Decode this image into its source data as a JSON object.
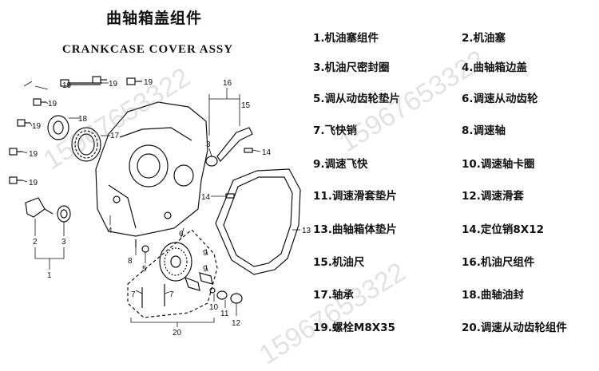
{
  "header": {
    "title_cn": "曲轴箱盖组件",
    "title_en": "CRANKCASE COVER ASSY"
  },
  "parts": [
    {
      "label": "1.机油塞组件"
    },
    {
      "label": "2.机油塞"
    },
    {
      "label": "3.机油尺密封圈"
    },
    {
      "label": "4.曲轴箱边盖"
    },
    {
      "label": "5.调从动齿轮垫片"
    },
    {
      "label": "6.调速从动齿轮"
    },
    {
      "label": "7.飞快销"
    },
    {
      "label": "8.调速轴"
    },
    {
      "label": "9.调速飞快"
    },
    {
      "label": "10.调速轴卡圈"
    },
    {
      "label": "11.调速滑套垫片"
    },
    {
      "label": "12.调速滑套"
    },
    {
      "label": "13.曲轴箱体垫片"
    },
    {
      "label": "14.定位销8X12"
    },
    {
      "label": "15.机油尺"
    },
    {
      "label": "16.机油尺组件"
    },
    {
      "label": "17.轴承"
    },
    {
      "label": "18.曲轴油封"
    },
    {
      "label": "19.螺栓M8X35"
    },
    {
      "label": "20.调速从动齿轮组件"
    }
  ],
  "callouts": {
    "n1": "1",
    "n2": "2",
    "n3": "3",
    "n4": "4",
    "n5": "5",
    "n6": "6",
    "n7": "7",
    "n8": "8",
    "n9": "9",
    "n10": "10",
    "n11": "11",
    "n12": "12",
    "n13": "13",
    "n14": "14",
    "n15": "15",
    "n16": "16",
    "n17": "17",
    "n18": "18",
    "n19": "19",
    "n20": "20"
  },
  "watermark": "15967653322"
}
